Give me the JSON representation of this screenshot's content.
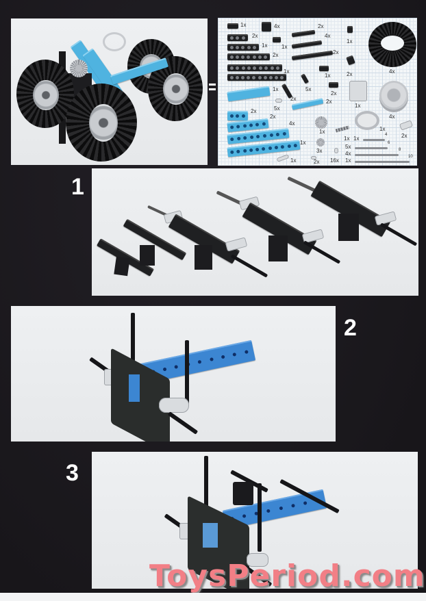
{
  "page": {
    "type": "LEGO Technic building instructions page",
    "background_color": "#1c1a1f",
    "accent_colors": {
      "technic_light_blue": "#4fb3e0",
      "technic_blue": "#3c86d2",
      "technic_black": "#1f2022",
      "technic_light_gray": "#d9dcdf"
    }
  },
  "hero": {
    "description": "Completed model: quad vehicle with four large tires and blue frame",
    "equals_sign": "="
  },
  "parts_inventory": {
    "description": "Parts list on grid background",
    "items": [
      {
        "part": "black-brick-1x2",
        "qty": "1x"
      },
      {
        "part": "black-brick-2x2",
        "qty": "4x"
      },
      {
        "part": "black-technic-brick-1x4",
        "qty": "2x"
      },
      {
        "part": "black-brick-1x2-small",
        "qty": "1x"
      },
      {
        "part": "black-technic-brick-1x6",
        "qty": "1x"
      },
      {
        "part": "black-technic-brick-1x8",
        "qty": "2x"
      },
      {
        "part": "black-technic-brick-1x10",
        "qty": "1x"
      },
      {
        "part": "black-plate-1x6",
        "qty": "2x"
      },
      {
        "part": "black-plate-1x8",
        "qty": "4x"
      },
      {
        "part": "black-plate-1x10",
        "qty": "2x"
      },
      {
        "part": "black-1x1-brick",
        "qty": "1x"
      },
      {
        "part": "black-slope",
        "qty": "2x"
      },
      {
        "part": "black-tile-1x2",
        "qty": "1x"
      },
      {
        "part": "black-plate-1x4-holes",
        "qty": "2x"
      },
      {
        "part": "black-connector-beam",
        "qty": "5x"
      },
      {
        "part": "black-grille-tile",
        "qty": "2x"
      },
      {
        "part": "tire-large",
        "qty": "4x"
      },
      {
        "part": "blue-plate-2x8",
        "qty": "1x"
      },
      {
        "part": "blue-technic-brick-1x4",
        "qty": "2x"
      },
      {
        "part": "blue-technic-brick-1x6",
        "qty": "2x"
      },
      {
        "part": "blue-technic-brick-1x10",
        "qty": "4x"
      },
      {
        "part": "blue-technic-brick-1x12",
        "qty": "1x"
      },
      {
        "part": "blue-plate-1x8",
        "qty": "2x"
      },
      {
        "part": "gray-pin",
        "qty": "5x"
      },
      {
        "part": "gray-steering-arm-differential",
        "qty": "1x"
      },
      {
        "part": "gray-wheel-hub",
        "qty": "4x"
      },
      {
        "part": "gray-gear-24",
        "qty": "1x"
      },
      {
        "part": "gray-steering-wheel",
        "qty": "1x"
      },
      {
        "part": "gray-rack",
        "qty": "1x"
      },
      {
        "part": "gray-universal-joint",
        "qty": "2x"
      },
      {
        "part": "gray-gear-8",
        "qty": "3x"
      },
      {
        "part": "gray-long-pin",
        "qty": "1x"
      },
      {
        "part": "gray-short-pin",
        "qty": "2x"
      },
      {
        "part": "gray-bush",
        "qty": "16x"
      }
    ],
    "axles": [
      {
        "length": "4",
        "qty": "1x"
      },
      {
        "length": "6",
        "qty": "5x"
      },
      {
        "length": "8",
        "qty": "4x"
      },
      {
        "length": "10",
        "qty": "1x"
      }
    ]
  },
  "steps": [
    {
      "number": "1",
      "description": "Build black technic bricks with axles and gray steering joints"
    },
    {
      "number": "2",
      "description": "Attach blue technic beam and vertical axles to steering assembly"
    },
    {
      "number": "3",
      "description": "Add black bricks, vertical axles and cross axles to blue beam"
    }
  ],
  "watermark": {
    "text": "ToysPeriod.com",
    "color": "#f27f86"
  }
}
